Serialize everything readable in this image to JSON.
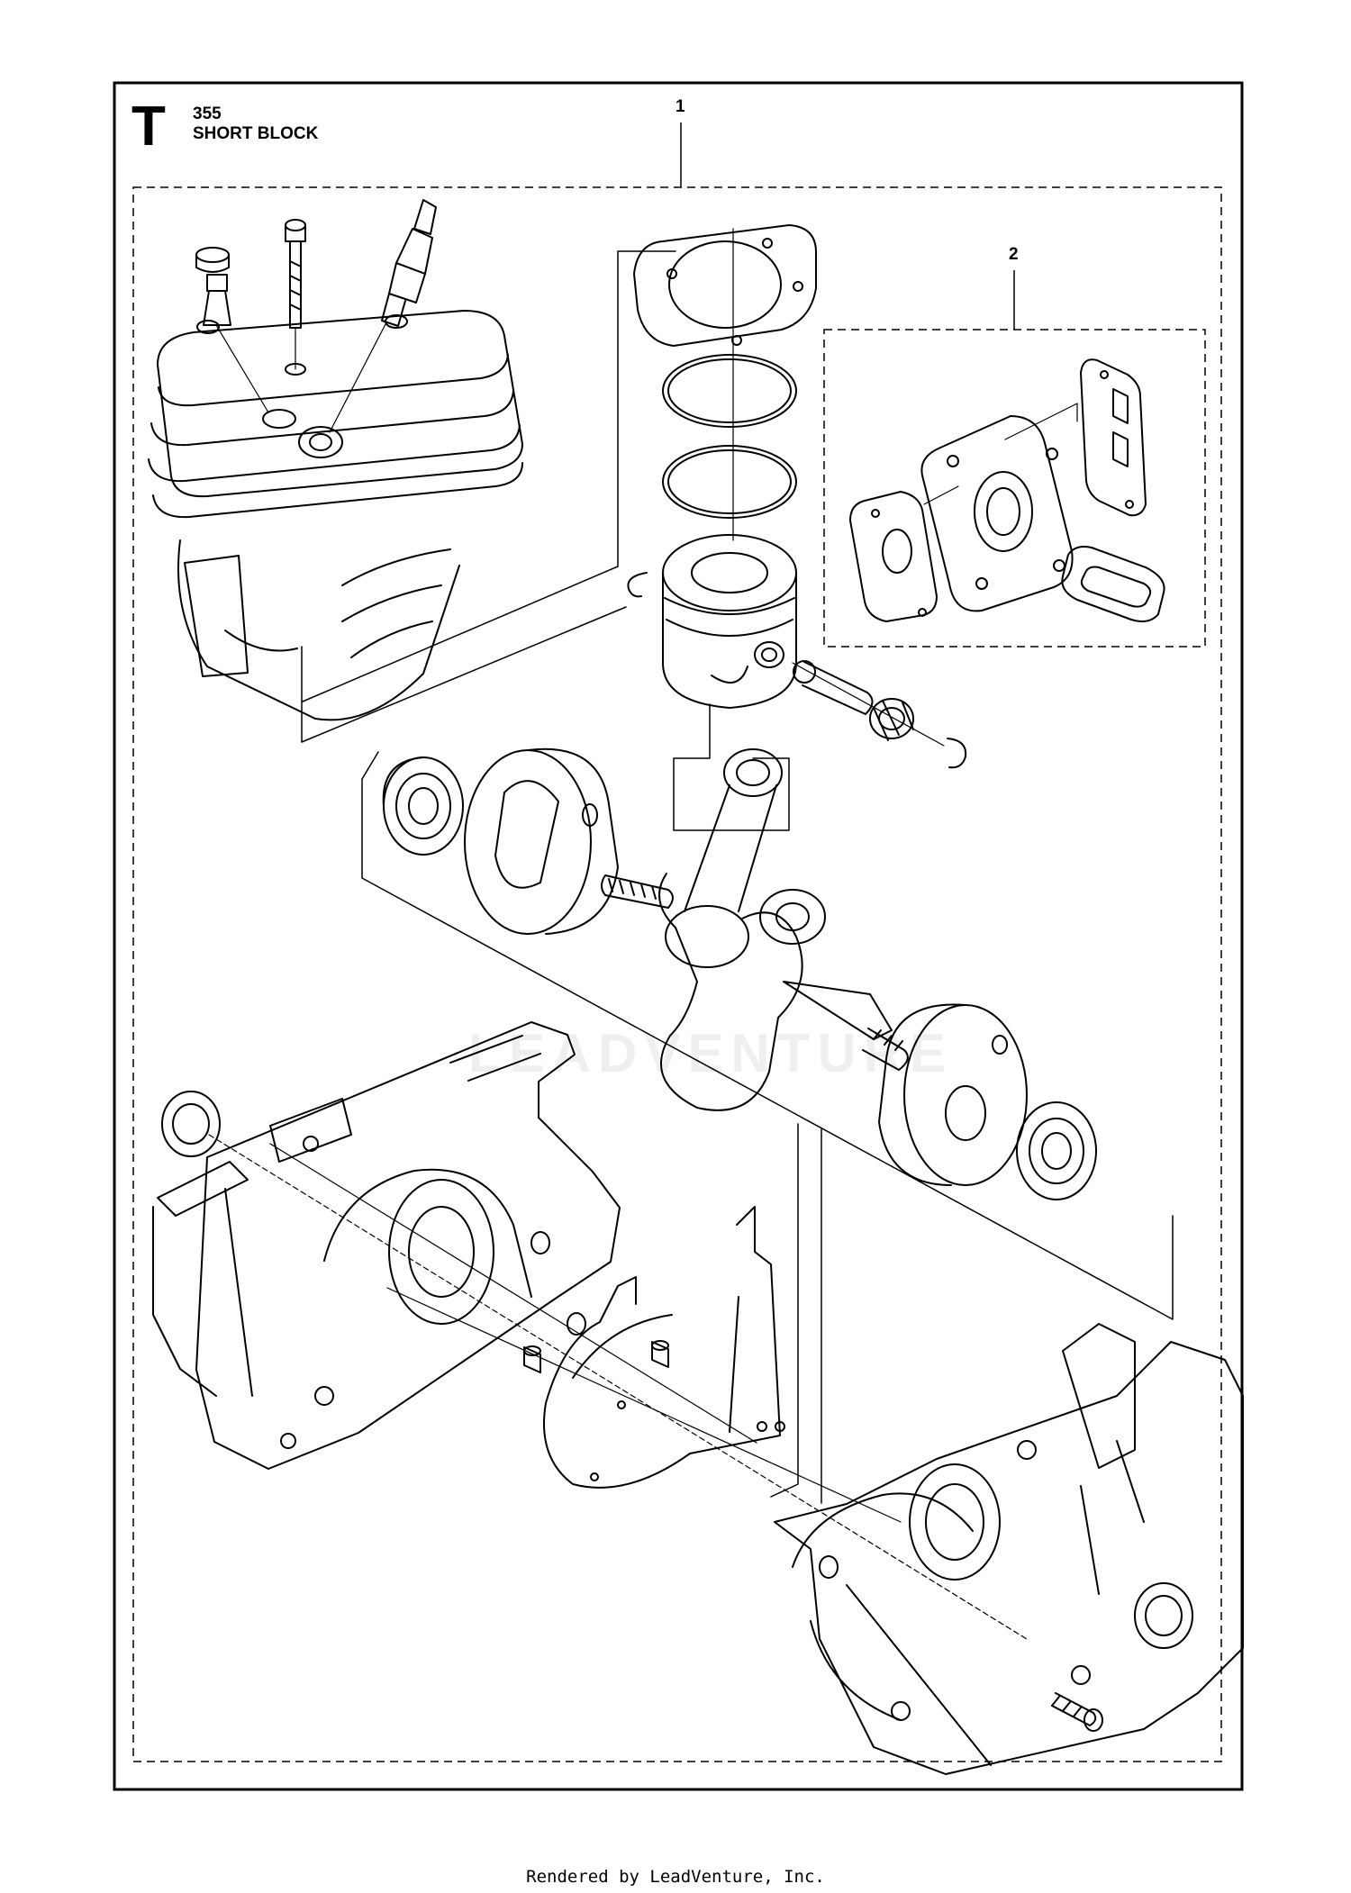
{
  "header": {
    "section_letter": "T",
    "model": "355",
    "title": "SHORT BLOCK"
  },
  "callouts": [
    {
      "number": "1"
    },
    {
      "number": "2"
    }
  ],
  "watermark": "LEADVENTURE",
  "footer": {
    "credit": "Rendered by LeadVenture, Inc."
  },
  "colors": {
    "line": "#000000",
    "background": "#ffffff"
  }
}
